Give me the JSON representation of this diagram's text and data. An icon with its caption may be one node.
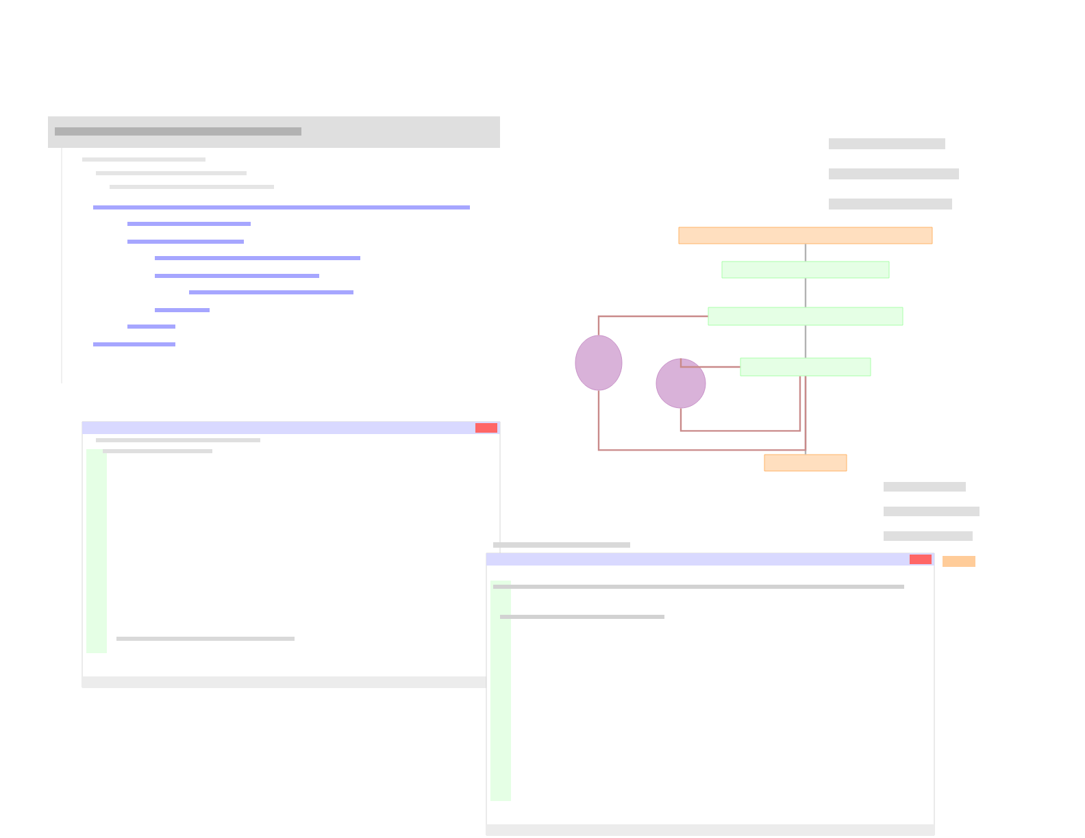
{
  "diagram": {
    "nodes": [
      {
        "text": [],
        "shape": "box"
      },
      {
        "text": [],
        "shape": "box"
      },
      {
        "text": [],
        "shape": "box"
      },
      {
        "text": [],
        "shape": "box"
      },
      {
        "text": [],
        "shape": "box"
      },
      {
        "text": [],
        "shape": "circle"
      },
      {
        "text": [],
        "shape": "circle"
      }
    ],
    "edges": [
      {
        "from": 0,
        "to": 1,
        "arrow": "none"
      },
      {
        "from": 1,
        "to": 2,
        "arrow": "none"
      },
      {
        "from": 2,
        "to": 3,
        "arrow": "none"
      },
      {
        "from": 3,
        "to": 4,
        "arrow": "none"
      },
      {
        "from": 3,
        "to": 5,
        "arrow": "none",
        "color": "#c98a8a"
      },
      {
        "from": 5,
        "to": 2,
        "arrow": "none",
        "color": "#c98a8a"
      },
      {
        "from": 3,
        "to": 6,
        "arrow": "none",
        "color": "#c98a8a"
      },
      {
        "from": 6,
        "to": 3,
        "arrow": "none",
        "color": "#c98a8a"
      }
    ]
  }
}
